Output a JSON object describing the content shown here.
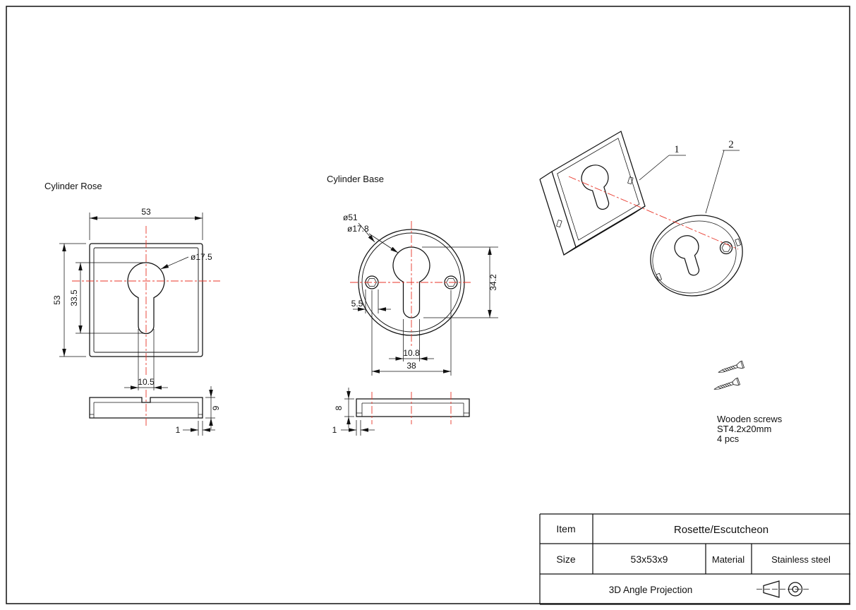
{
  "rose": {
    "title": "Cylinder Rose",
    "dim_top": "53",
    "dim_left": "53",
    "dim_keyhole": "33.5",
    "dim_dia": "ø17.5",
    "dim_slot": "10.5",
    "dim_thickness": "9",
    "dim_lip": "1"
  },
  "base": {
    "title": "Cylinder Base",
    "dim_outer_dia": "ø51",
    "dim_hole_dia": "ø17.8",
    "dim_height": "34.2",
    "dim_screw_hole": "5.5",
    "dim_slot": "10.8",
    "dim_spacing": "38",
    "dim_thickness": "8",
    "dim_lip": "1"
  },
  "exploded": {
    "callout_plate": "1",
    "callout_base": "2",
    "note_line1": "Wooden screws",
    "note_line2": "ST4.2x20mm",
    "note_line3": "4 pcs"
  },
  "title_block": {
    "item_label": "Item",
    "item_value": "Rosette/Escutcheon",
    "size_label": "Size",
    "size_value": "53x53x9",
    "material_label": "Material",
    "material_value": "Stainless steel",
    "projection_label": "3D Angle Projection"
  },
  "colors": {
    "outline": "#111111",
    "centerline": "#e8362a",
    "background": "#ffffff"
  }
}
